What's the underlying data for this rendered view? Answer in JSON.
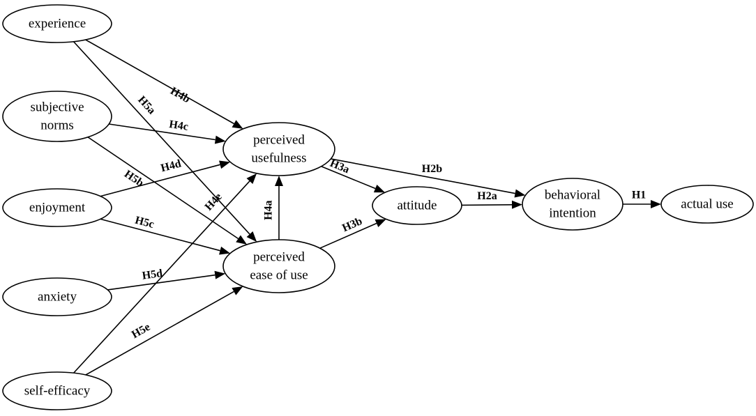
{
  "nodes": [
    {
      "id": "experience",
      "lines": [
        "experience"
      ]
    },
    {
      "id": "subjective-norms",
      "lines": [
        "subjective",
        "norms"
      ]
    },
    {
      "id": "enjoyment",
      "lines": [
        "enjoyment"
      ]
    },
    {
      "id": "anxiety",
      "lines": [
        "anxiety"
      ]
    },
    {
      "id": "self-efficacy",
      "lines": [
        "self-efficacy"
      ]
    },
    {
      "id": "perceived-usefulness",
      "lines": [
        "perceived",
        "usefulness"
      ]
    },
    {
      "id": "perceived-ease-of-use",
      "lines": [
        "perceived",
        "ease of use"
      ]
    },
    {
      "id": "attitude",
      "lines": [
        "attitude"
      ]
    },
    {
      "id": "behavioral-intention",
      "lines": [
        "behavioral",
        "intention"
      ]
    },
    {
      "id": "actual-use",
      "lines": [
        "actual use"
      ]
    }
  ],
  "edges": [
    {
      "from": "experience",
      "to": "perceived-usefulness",
      "label": "H4b"
    },
    {
      "from": "experience",
      "to": "perceived-ease-of-use",
      "label": "H5a"
    },
    {
      "from": "subjective-norms",
      "to": "perceived-usefulness",
      "label": "H4c"
    },
    {
      "from": "subjective-norms",
      "to": "perceived-ease-of-use",
      "label": "H5b"
    },
    {
      "from": "enjoyment",
      "to": "perceived-usefulness",
      "label": "H4d"
    },
    {
      "from": "enjoyment",
      "to": "perceived-ease-of-use",
      "label": "H5c"
    },
    {
      "from": "anxiety",
      "to": "perceived-ease-of-use",
      "label": "H5d"
    },
    {
      "from": "self-efficacy",
      "to": "perceived-usefulness",
      "label": "H4e"
    },
    {
      "from": "self-efficacy",
      "to": "perceived-ease-of-use",
      "label": "H5e"
    },
    {
      "from": "perceived-ease-of-use",
      "to": "perceived-usefulness",
      "label": "H4a"
    },
    {
      "from": "perceived-usefulness",
      "to": "attitude",
      "label": "H3a"
    },
    {
      "from": "perceived-ease-of-use",
      "to": "attitude",
      "label": "H3b"
    },
    {
      "from": "perceived-usefulness",
      "to": "behavioral-intention",
      "label": "H2b"
    },
    {
      "from": "attitude",
      "to": "behavioral-intention",
      "label": "H2a"
    },
    {
      "from": "behavioral-intention",
      "to": "actual-use",
      "label": "H1"
    }
  ]
}
